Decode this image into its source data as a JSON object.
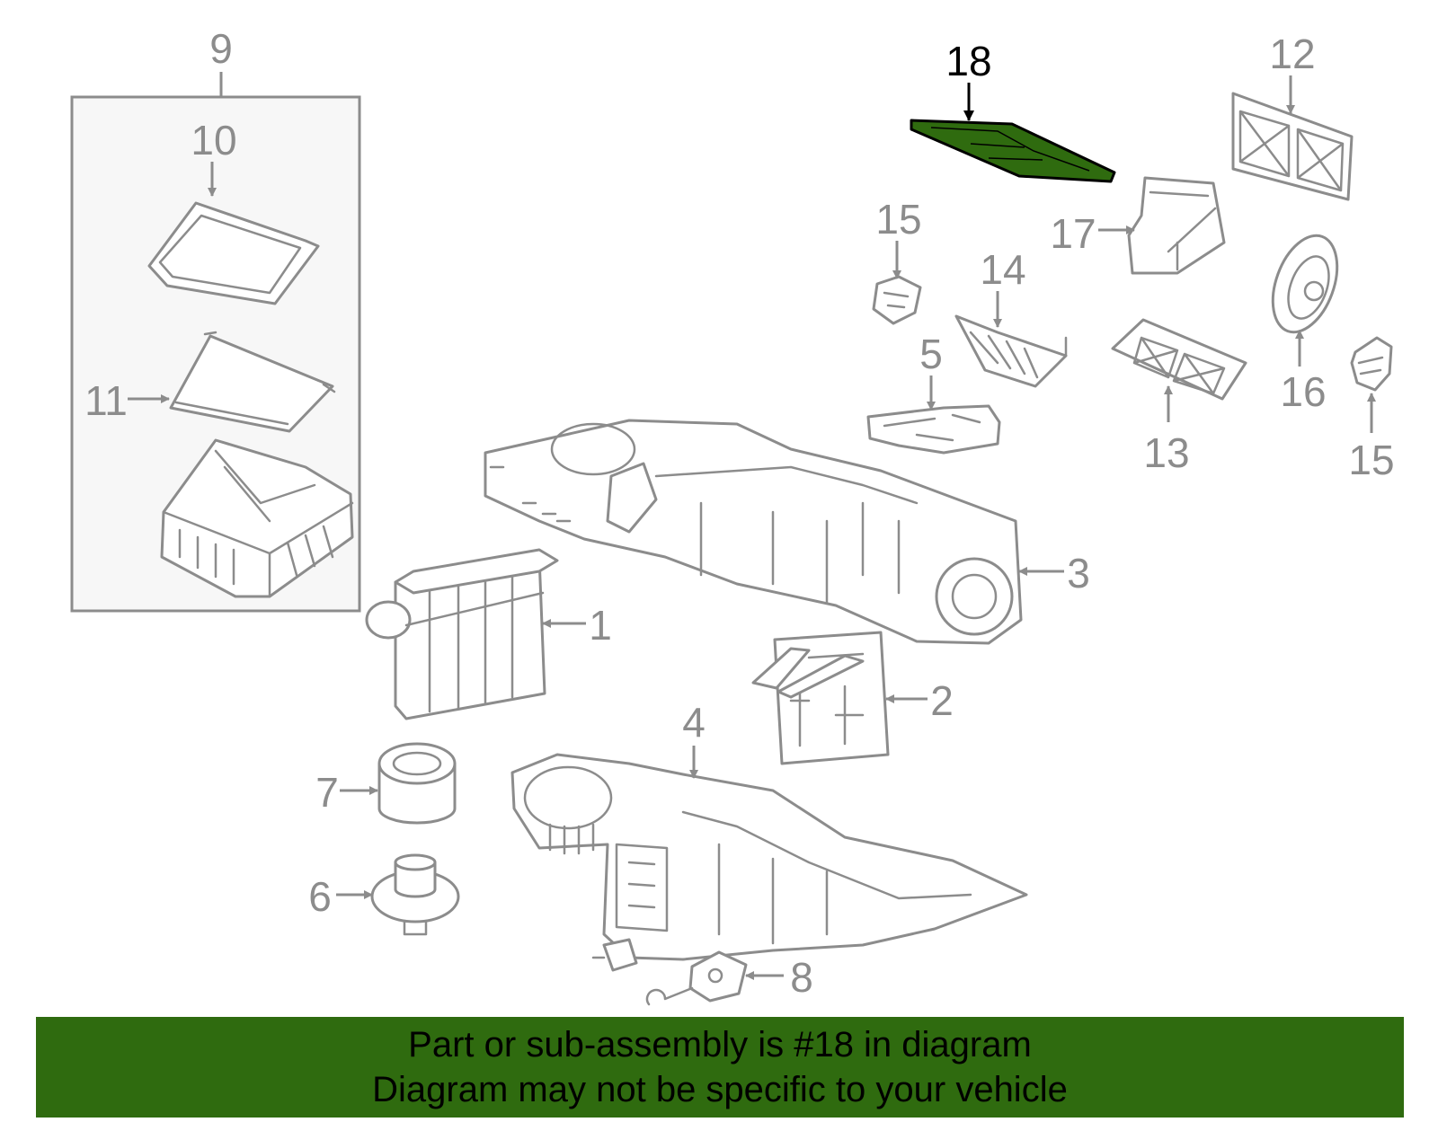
{
  "colors": {
    "part_stroke": "#8c8c8c",
    "highlight_fill": "#2f6b0f",
    "highlight_stroke": "#000000",
    "banner_bg": "#2f6b0f",
    "banner_text": "#000000",
    "group_box_bg": "#f7f7f7"
  },
  "callouts": [
    {
      "id": "1",
      "label": "1"
    },
    {
      "id": "2",
      "label": "2"
    },
    {
      "id": "3",
      "label": "3"
    },
    {
      "id": "4",
      "label": "4"
    },
    {
      "id": "5",
      "label": "5"
    },
    {
      "id": "6",
      "label": "6"
    },
    {
      "id": "7",
      "label": "7"
    },
    {
      "id": "8",
      "label": "8"
    },
    {
      "id": "9",
      "label": "9"
    },
    {
      "id": "10",
      "label": "10"
    },
    {
      "id": "11",
      "label": "11"
    },
    {
      "id": "12",
      "label": "12"
    },
    {
      "id": "13",
      "label": "13"
    },
    {
      "id": "14",
      "label": "14"
    },
    {
      "id": "15a",
      "label": "15"
    },
    {
      "id": "15b",
      "label": "15"
    },
    {
      "id": "16",
      "label": "16"
    },
    {
      "id": "17",
      "label": "17"
    },
    {
      "id": "18",
      "label": "18",
      "highlighted": true
    }
  ],
  "banner": {
    "line1": "Part or sub-assembly is #18 in diagram",
    "line2": "Diagram may not be specific to your vehicle"
  }
}
